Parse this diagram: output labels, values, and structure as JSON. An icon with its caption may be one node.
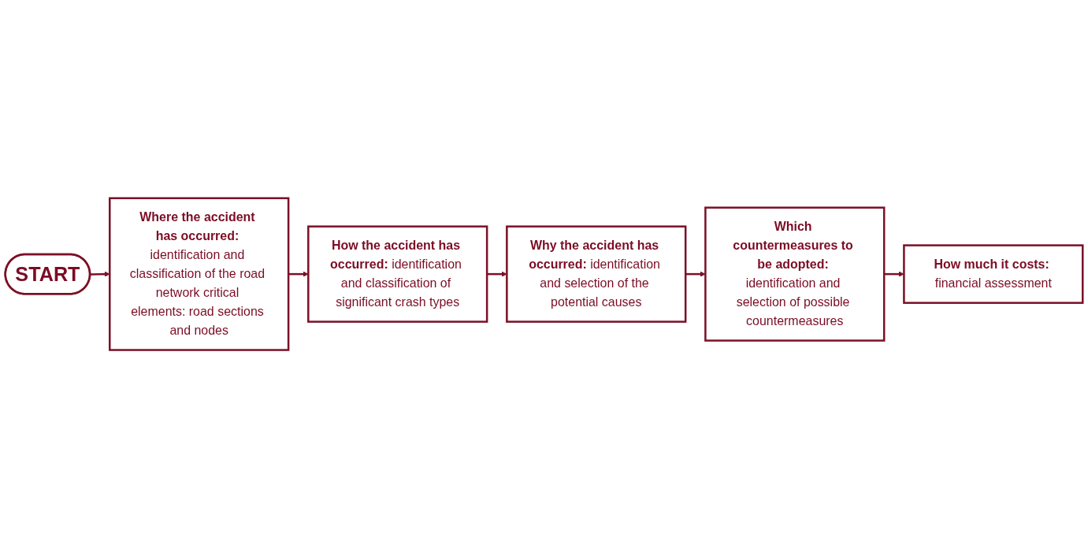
{
  "diagram": {
    "nodes": [
      {
        "text": [
          "START"
        ]
      },
      {
        "text": [
          "Where the accident has occurred:",
          "identification and classification of the road network critical elements: road sections and nodes"
        ]
      },
      {
        "text": [
          "How the accident has occurred:",
          "identification and classification of significant crash types"
        ]
      },
      {
        "text": [
          "Why the accident has occurred:",
          "identification and selection of the potential causes"
        ]
      },
      {
        "text": [
          "Which countermeasures to be adopted:",
          "identification and selection of possible countermeasures"
        ]
      },
      {
        "text": [
          "How much it costs:",
          "financial assessment"
        ]
      }
    ],
    "edges": [
      {
        "from": 0,
        "to": 1,
        "arrow": "to"
      },
      {
        "from": 1,
        "to": 2,
        "arrow": "to"
      },
      {
        "from": 2,
        "to": 3,
        "arrow": "to"
      },
      {
        "from": 3,
        "to": 4,
        "arrow": "to"
      },
      {
        "from": 4,
        "to": 5,
        "arrow": "to"
      }
    ]
  }
}
